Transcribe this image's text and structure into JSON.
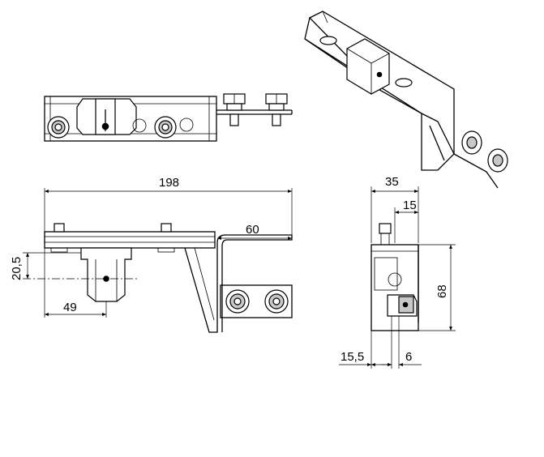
{
  "dimensions": {
    "front_total_width": "198",
    "front_right_width": "60",
    "front_height": "20,5",
    "front_left_offset": "49",
    "side_width": "35",
    "side_inner_width": "15",
    "side_height": "68",
    "side_bottom_left": "15,5",
    "side_bottom_right": "6"
  },
  "colors": {
    "line": "#000000",
    "background": "#ffffff"
  }
}
